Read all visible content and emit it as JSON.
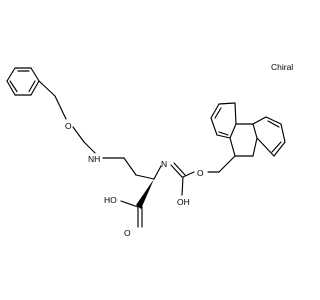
{
  "chiral_label": "Chiral",
  "atoms": {
    "ether_oxygen": "O",
    "amine": "NH",
    "carbamate_nitrogen": "N",
    "carbamate_hydroxyl": "OH",
    "carbamate_ester_oxygen": "O",
    "acid_hydroxyl": "HO",
    "acid_carbonyl_oxygen": "O"
  }
}
